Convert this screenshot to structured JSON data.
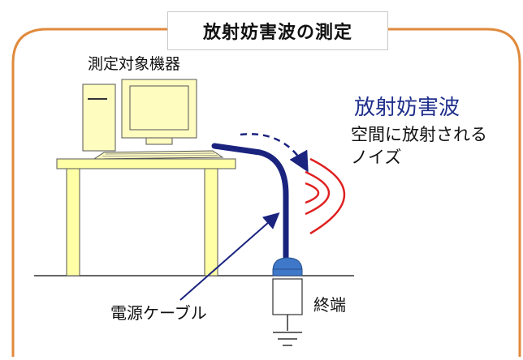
{
  "title": "放射妨害波の測定",
  "device_label": "測定対象機器",
  "wave": {
    "title": "放射妨害波",
    "desc_line1": "空間に放射される",
    "desc_line2": "ノイズ"
  },
  "cable_label": "電源ケーブル",
  "terminal_label": "終端",
  "colors": {
    "frame": "#e08a3c",
    "cable": "#1a237e",
    "wave": "#e02020",
    "desk": "#ffffa6",
    "computer": "#fffcc0",
    "terminal_cap": "#3f78c8"
  }
}
